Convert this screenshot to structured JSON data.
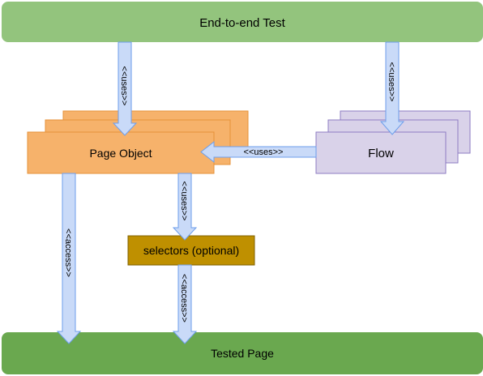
{
  "diagram": {
    "nodes": {
      "end_to_end_test": {
        "label": "End-to-end Test",
        "fill": "#93c47d"
      },
      "page_object": {
        "label": "Page Object",
        "fill": "#f6b26b",
        "border": "#e69138"
      },
      "flow": {
        "label": "Flow",
        "fill": "#d9d2e9",
        "border": "#8e7cc3"
      },
      "selectors": {
        "label": "selectors (optional)",
        "fill": "#bf9000",
        "border": "#7f6000"
      },
      "tested_page": {
        "label": "Tested Page",
        "fill": "#6aa84f"
      }
    },
    "edges": {
      "test_to_page_object": {
        "label": "<<uses>>"
      },
      "test_to_flow": {
        "label": "<<uses>>"
      },
      "flow_to_page_object": {
        "label": "<<uses>>"
      },
      "page_object_to_selectors": {
        "label": "<<uses>>"
      },
      "page_object_to_tested_page": {
        "label": "<<access>>"
      },
      "selectors_to_tested_page": {
        "label": "<<access>>"
      }
    },
    "arrow_fill": "#c9daf8",
    "arrow_stroke": "#6d9eeb"
  }
}
